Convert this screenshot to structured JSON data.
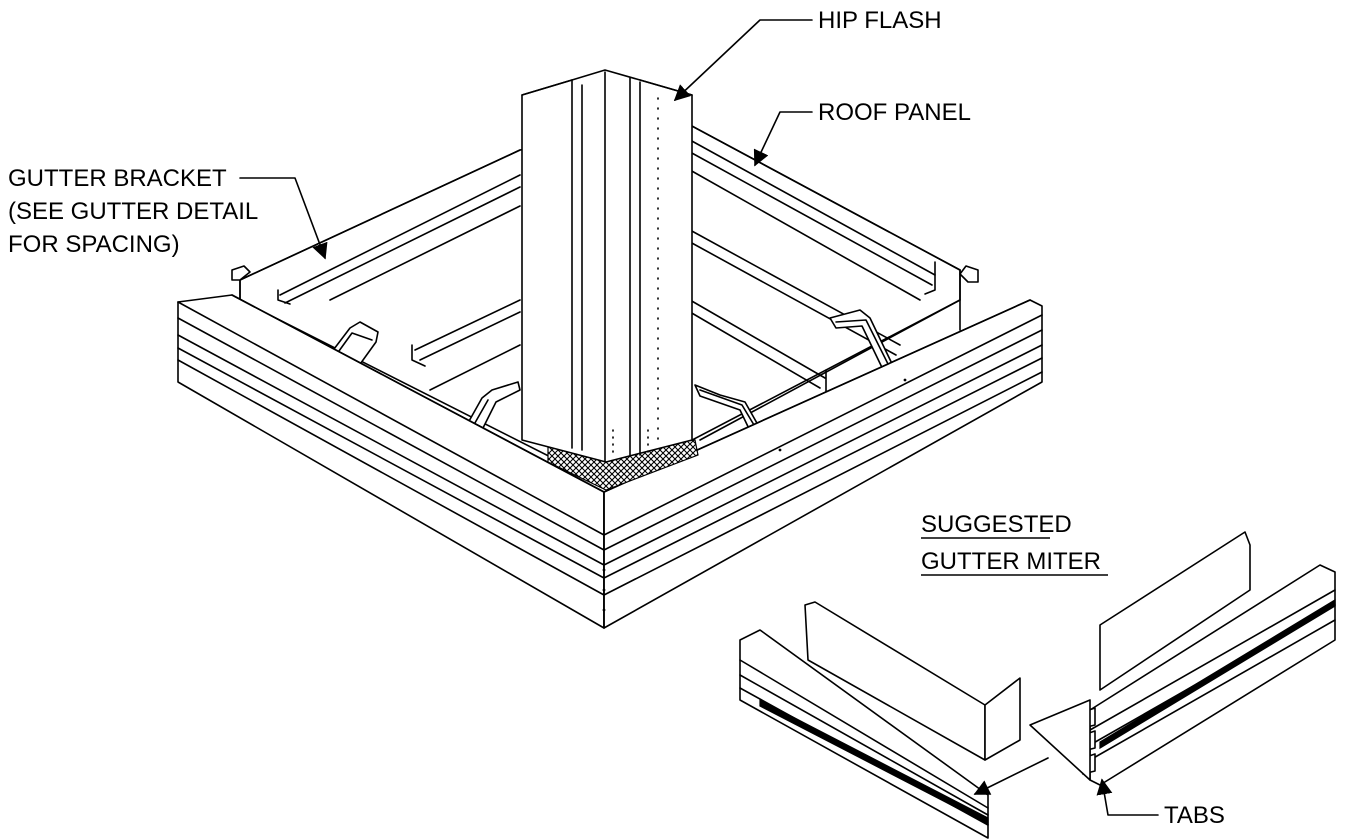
{
  "labels": {
    "hip_flash": "HIP FLASH",
    "roof_panel": "ROOF PANEL",
    "gutter_bracket": [
      "GUTTER BRACKET",
      "(SEE GUTTER DETAIL",
      "FOR SPACING)"
    ],
    "suggested_gutter_miter": [
      "SUGGESTED",
      "GUTTER MITER"
    ],
    "tabs": "TABS"
  },
  "colors": {
    "line": "#000000",
    "background": "#ffffff",
    "sealant": "#222222"
  }
}
